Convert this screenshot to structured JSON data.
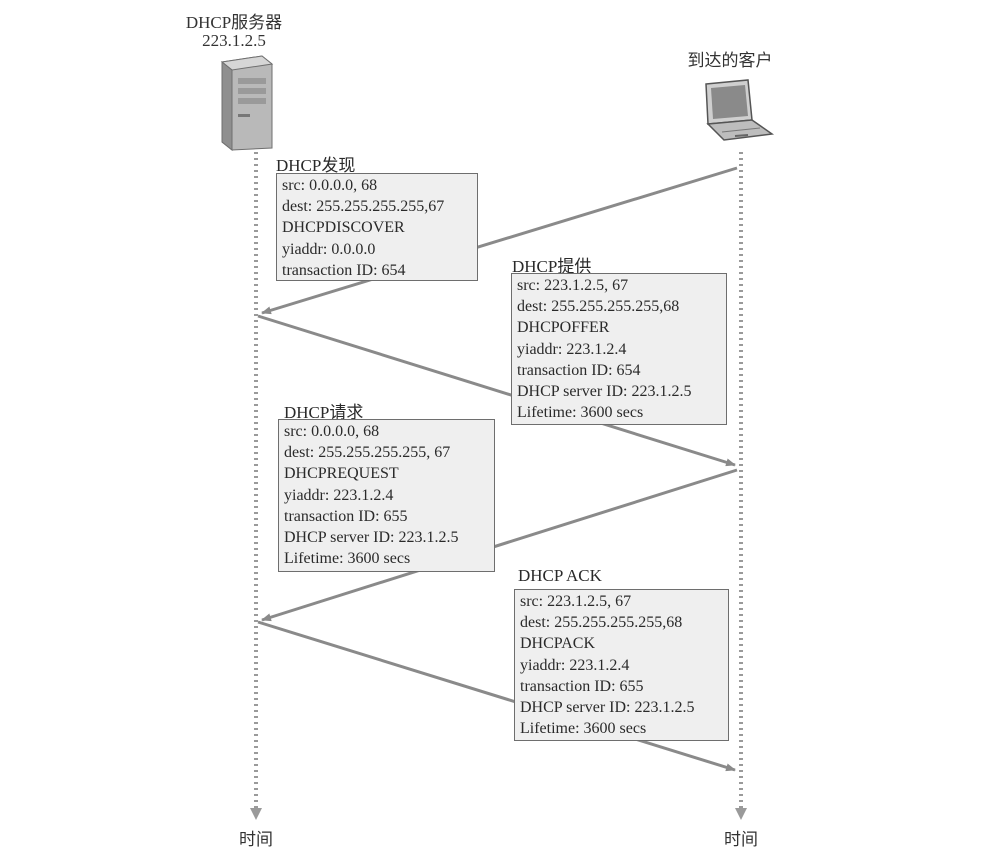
{
  "server": {
    "name": "DHCP服务器",
    "ip": "223.1.2.5",
    "icon": "server-tower-icon"
  },
  "client": {
    "name": "到达的客户",
    "icon": "laptop-icon"
  },
  "time_label_server": "时间",
  "time_label_client": "时间",
  "messages": [
    {
      "title": "DHCP发现",
      "lines": [
        "src: 0.0.0.0, 68",
        "dest: 255.255.255.255,67",
        "DHCPDISCOVER",
        "yiaddr: 0.0.0.0",
        "transaction ID: 654"
      ]
    },
    {
      "title": "DHCP提供",
      "lines": [
        "src: 223.1.2.5, 67",
        "dest: 255.255.255.255,68",
        "DHCPOFFER",
        "yiaddr: 223.1.2.4",
        "transaction ID: 654",
        "DHCP server ID: 223.1.2.5",
        "Lifetime: 3600 secs"
      ]
    },
    {
      "title": "DHCP请求",
      "lines": [
        "src: 0.0.0.0, 68",
        "dest: 255.255.255.255, 67",
        "DHCPREQUEST",
        "yiaddr: 223.1.2.4",
        "transaction ID: 655",
        "DHCP server ID: 223.1.2.5",
        "Lifetime: 3600 secs"
      ]
    },
    {
      "title": "DHCP ACK",
      "lines": [
        "src: 223.1.2.5, 67",
        "dest: 255.255.255.255,68",
        "DHCPACK",
        "yiaddr: 223.1.2.4",
        "transaction ID: 655",
        "DHCP server ID: 223.1.2.5",
        "Lifetime: 3600 secs"
      ]
    }
  ],
  "colors": {
    "arrow": "#8a8a8a",
    "box_bg": "#efefef",
    "box_border": "#6e6e6e",
    "timeline": "#9a9a9a"
  }
}
